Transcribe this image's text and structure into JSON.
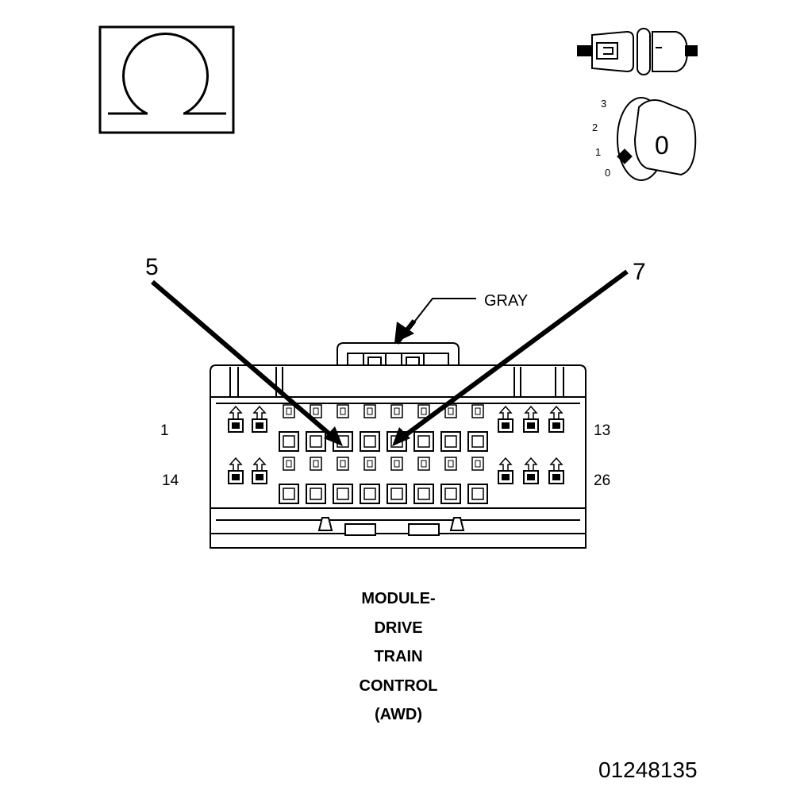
{
  "callouts": {
    "left": "5",
    "right": "7"
  },
  "wire_color": "GRAY",
  "pin_labels": {
    "top_left": "1",
    "top_right": "13",
    "bottom_left": "14",
    "bottom_right": "26"
  },
  "title_lines": [
    "MODULE-",
    "DRIVE",
    "TRAIN",
    "CONTROL",
    "(AWD)"
  ],
  "figure_id": "01248135",
  "ignition_key": {
    "positions": [
      "3",
      "2",
      "1",
      "0"
    ],
    "key_position": "0"
  },
  "meter_icon": "ohm-symbol-icon",
  "connector_icon": "disconnected-connector-icon",
  "colors": {
    "ink": "#000000",
    "background": "#ffffff",
    "shading": "#d0d0d0"
  }
}
